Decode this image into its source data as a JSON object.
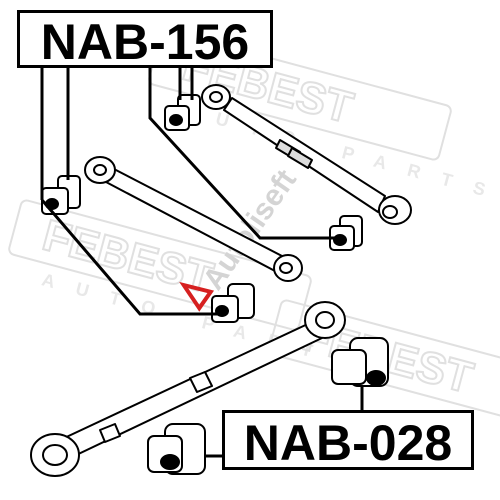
{
  "labels": {
    "top": "NAB-156",
    "bottom": "NAB-028"
  },
  "watermarks": {
    "brand": "FEBEST",
    "sub": "AUTO PARTS",
    "site": "Autoliseft"
  },
  "colors": {
    "line": "#000000",
    "background": "#ffffff",
    "watermark": "#e3e3e3",
    "site_watermark": "#d8d8d8",
    "site_accent": "#d62020"
  }
}
